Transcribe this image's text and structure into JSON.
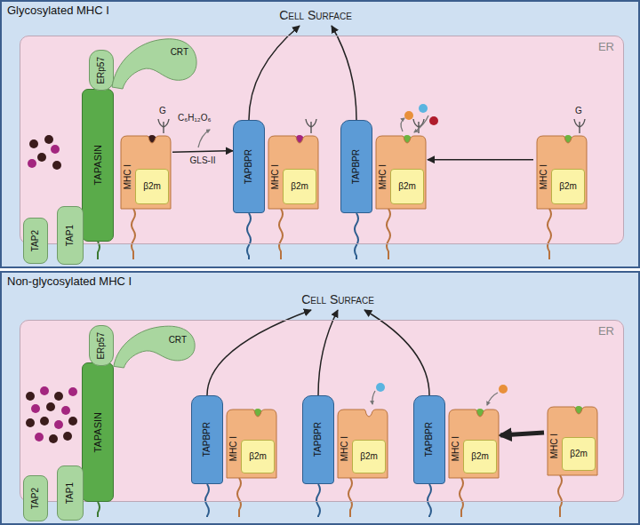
{
  "diagram": {
    "nodes": [
      {
        "text": [
          "Glycosylated MHC I"
        ]
      },
      {
        "text": [
          "ER"
        ],
        "in": 0
      },
      {
        "text": [
          "Cell Surface"
        ],
        "in": 0
      },
      {
        "text": [
          "TAP2"
        ],
        "in": 0
      },
      {
        "text": [
          "TAP1"
        ],
        "in": 0
      },
      {
        "text": [
          "TAPASIN"
        ],
        "in": 1
      },
      {
        "text": [
          "ERp57"
        ],
        "in": 1
      },
      {
        "text": [
          "CRT"
        ],
        "in": 1
      },
      {
        "text": [
          "MHC I"
        ],
        "in": 1
      },
      {
        "text": [
          "β2m"
        ],
        "in": 1
      },
      {
        "text": [
          "TAPBPR"
        ],
        "in": 1
      },
      {
        "text": [
          "MHC I"
        ],
        "in": 1
      },
      {
        "text": [
          "β2m"
        ],
        "in": 1
      },
      {
        "text": [
          "TAPBPR"
        ],
        "in": 1
      },
      {
        "text": [
          "MHC I"
        ],
        "in": 1
      },
      {
        "text": [
          "β2m"
        ],
        "in": 1
      },
      {
        "text": [
          "MHC I"
        ],
        "in": 1
      },
      {
        "text": [
          "β2m"
        ],
        "in": 1
      },
      {
        "text": [
          "Non-glycosylated MHC I"
        ]
      },
      {
        "text": [
          "ER"
        ],
        "in": 18
      },
      {
        "text": [
          "Cell Surface"
        ],
        "in": 18
      },
      {
        "text": [
          "TAP2"
        ],
        "in": 18
      },
      {
        "text": [
          "TAP1"
        ],
        "in": 18
      },
      {
        "text": [
          "TAPASIN"
        ],
        "in": 19
      },
      {
        "text": [
          "ERp57"
        ],
        "in": 19
      },
      {
        "text": [
          "CRT"
        ],
        "in": 19
      },
      {
        "text": [
          "TAPBPR"
        ],
        "in": 19
      },
      {
        "text": [
          "MHC I"
        ],
        "in": 19
      },
      {
        "text": [
          "β2m"
        ],
        "in": 19
      },
      {
        "text": [
          "TAPBPR"
        ],
        "in": 19
      },
      {
        "text": [
          "MHC I"
        ],
        "in": 19
      },
      {
        "text": [
          "β2m"
        ],
        "in": 19
      },
      {
        "text": [
          "TAPBPR"
        ],
        "in": 19
      },
      {
        "text": [
          "MHC I"
        ],
        "in": 19
      },
      {
        "text": [
          "β2m"
        ],
        "in": 19
      },
      {
        "text": [
          "MHC I"
        ],
        "in": 19
      },
      {
        "text": [
          "β2m"
        ],
        "in": 19
      }
    ],
    "edges": [
      {
        "from": 8,
        "to": 10,
        "label": "GLS-II",
        "arrow": "to"
      },
      {
        "from": 10,
        "to": 2,
        "arrow": "to"
      },
      {
        "from": 13,
        "to": 2,
        "arrow": "to"
      },
      {
        "from": 16,
        "to": 14,
        "arrow": "to"
      },
      {
        "from": 26,
        "to": 20,
        "arrow": "to"
      },
      {
        "from": 29,
        "to": 20,
        "arrow": "to"
      },
      {
        "from": 32,
        "to": 20,
        "arrow": "to"
      },
      {
        "from": 35,
        "to": 33,
        "arrow": "to"
      }
    ],
    "labels": [
      "C₆H₁₂O₆",
      "G",
      "G"
    ]
  }
}
